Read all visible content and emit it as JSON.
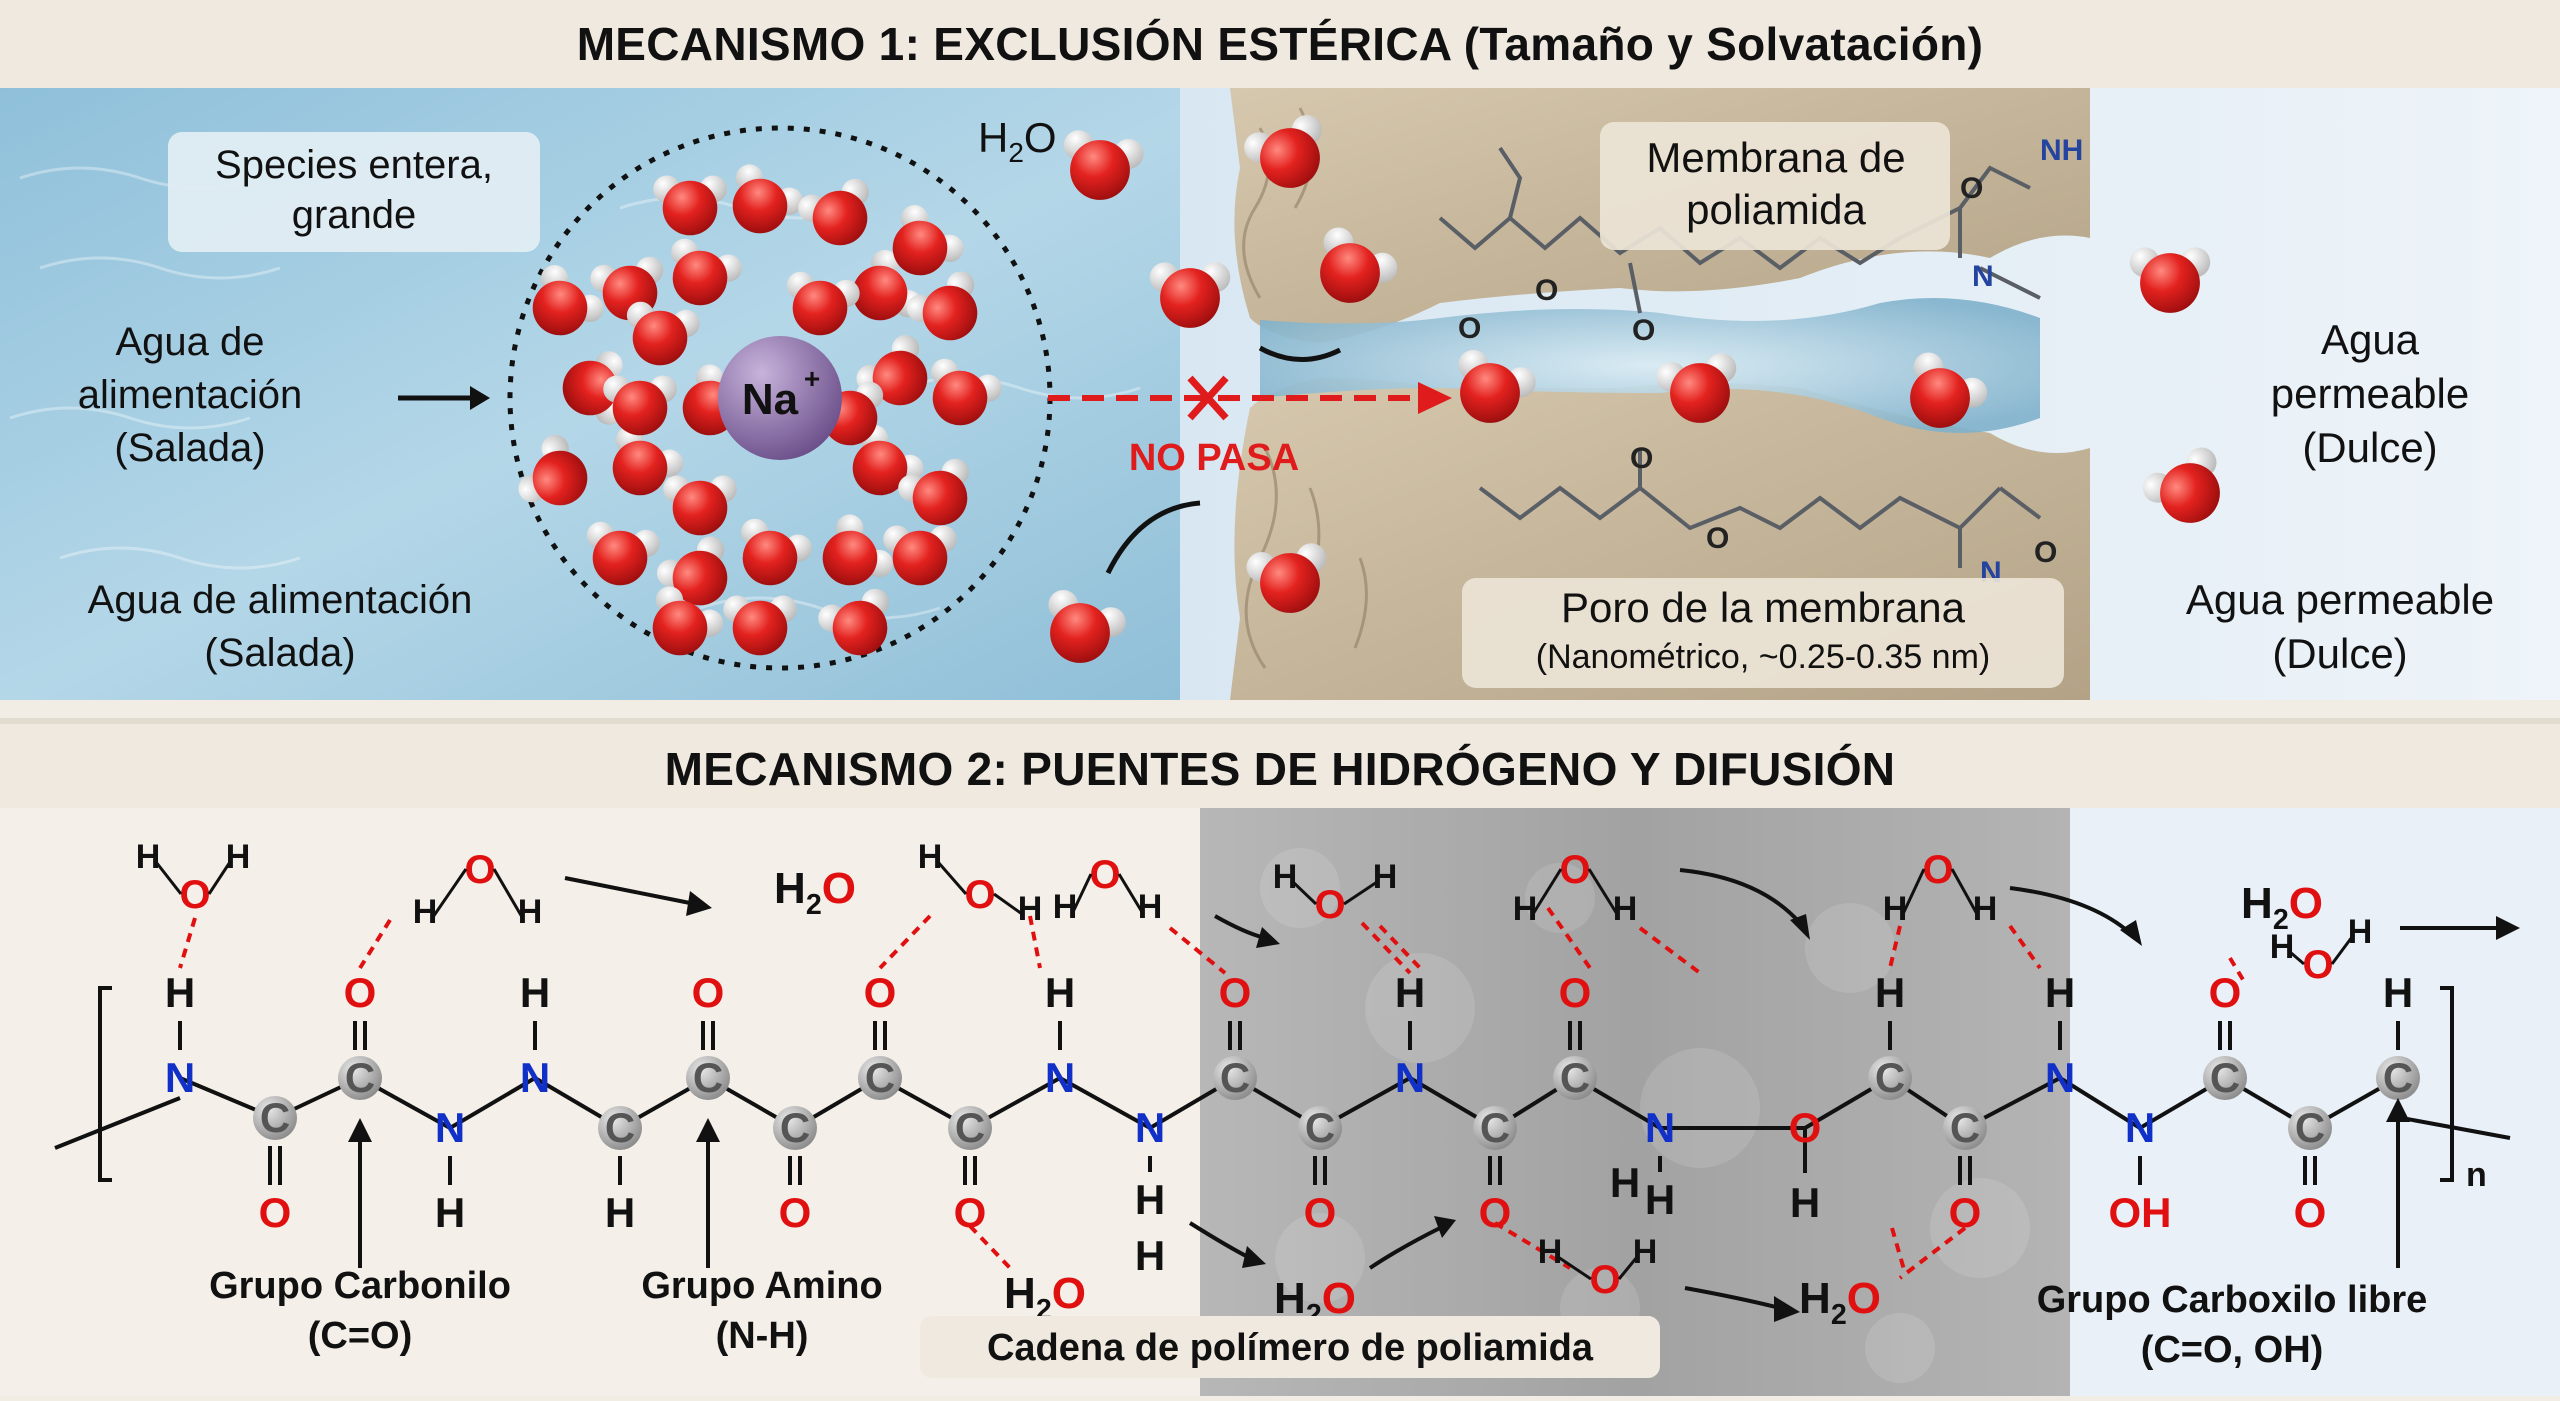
{
  "panel1": {
    "title": "MECANISMO 1: EXCLUSIÓN ESTÉRICA (Tamaño y Solvatación)",
    "species_label": [
      "Species entera,",
      "grande"
    ],
    "feed_label_1": [
      "Agua de",
      "alimentación",
      "(Salada)"
    ],
    "feed_label_2": [
      "Agua de alimentación",
      "(Salada)"
    ],
    "ion": "Na",
    "ion_charge": "+",
    "water_label": "H",
    "water_sub": "2",
    "water_o": "O",
    "blocked_label": "NO PASA",
    "membrane_label": [
      "Membrana de",
      "poliamida"
    ],
    "pore_label": [
      "Poro de la membrana",
      "(Nanométrico, ~0.25-0.35 nm)"
    ],
    "permeate_label_1": [
      "Agua",
      "permeable",
      "(Dulce)"
    ],
    "permeate_label_2": [
      "Agua permeable",
      "(Dulce)"
    ],
    "struct_atoms": [
      "O",
      "O",
      "O",
      "NH",
      "O",
      "N",
      "O",
      "O",
      "N",
      "O"
    ],
    "colors": {
      "water_feed": "#9dc9e0",
      "water_permeate": "#e6f0f8",
      "membrane": "#c7b79d",
      "oxygen": "#d6181b",
      "blocked": "#e01b1b",
      "ion": "#8a6fa3"
    }
  },
  "panel2": {
    "title": "MECANISMO 2: PUENTES DE HIDRÓGENO Y DIFUSIÓN",
    "atoms": {
      "N": "N",
      "C": "C",
      "O": "O",
      "H": "H",
      "OH": "OH"
    },
    "h2o": "H₂O",
    "h2o_h": "H",
    "h2o_sub": "2",
    "h2o_o": "O",
    "repeat_n": "n",
    "label_carbonyl": [
      "Grupo Carbonilo",
      "(C=O)"
    ],
    "label_amino": [
      "Grupo Amino",
      "(N-H)"
    ],
    "label_chain": "Cadena de polímero de poliamida",
    "label_carboxyl": [
      "Grupo Carboxilo libre",
      "(C=O, OH)"
    ],
    "colors": {
      "oxygen": "#e01010",
      "nitrogen": "#1030c8",
      "carbon": "#9a9a9a",
      "hbond": "#e01010",
      "membrane_band": "#9e9e9e"
    }
  }
}
